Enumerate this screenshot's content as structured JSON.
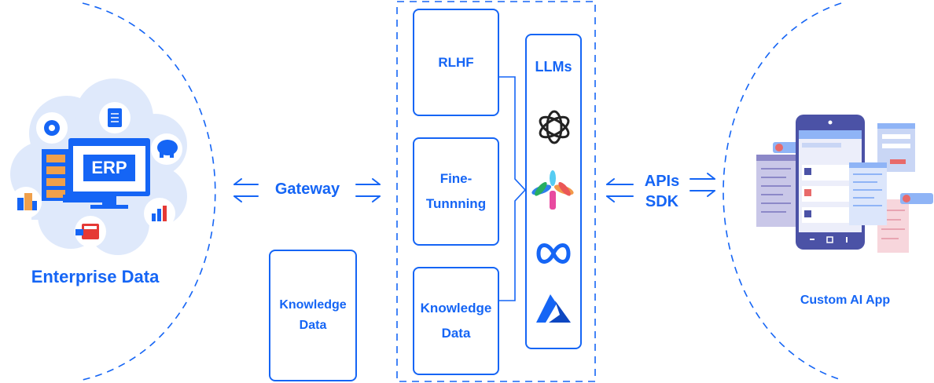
{
  "colors": {
    "accent": "#1565f5",
    "light_accent": "#dfe9fb"
  },
  "left": {
    "label": "Enterprise Data",
    "erp_label": "ERP"
  },
  "gateway": {
    "label": "Gateway"
  },
  "knowledge_outside": {
    "line1": "Knowledge",
    "line2": "Data"
  },
  "pipeline": {
    "rlhf": "RLHF",
    "fine_line1": "Fine-",
    "fine_line2": "Tunnning",
    "knowledge_line1": "Knowledge",
    "knowledge_line2": "Data"
  },
  "llms": {
    "title": "LLMs",
    "icons": [
      "openai-icon",
      "gemma-flower-icon",
      "meta-infinity-icon",
      "azure-icon"
    ]
  },
  "apis": {
    "line1": "APIs",
    "line2": "SDK"
  },
  "right": {
    "label": "Custom AI App"
  }
}
